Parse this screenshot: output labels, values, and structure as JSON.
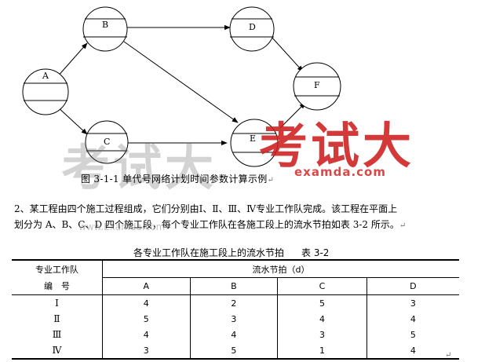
{
  "figure": {
    "nodes": [
      "A",
      "B",
      "C",
      "D",
      "E",
      "F"
    ],
    "edges": [
      [
        "A",
        "B"
      ],
      [
        "A",
        "C"
      ],
      [
        "B",
        "D"
      ],
      [
        "B",
        "E"
      ],
      [
        "C",
        "E"
      ],
      [
        "D",
        "F"
      ],
      [
        "E",
        "F"
      ]
    ],
    "caption": "图 3-1-1 单代号网络计划时间参数计算示例"
  },
  "watermarks": {
    "gray_text": "考试大",
    "red_text": "考试大",
    "red_url": "examda.com",
    "gray_url": "www.Examda.com"
  },
  "paragraph": {
    "line1": "2、某工程由四个施工过程组成，它们分别由Ⅰ、Ⅱ、Ⅲ、Ⅳ专业工作队完成。该工程在平面上",
    "line2": "划分为 A、B、C、D 四个施工段，每个专业工作队在各施工段上的流水节拍如表 3-2 所示。"
  },
  "table": {
    "title": "各专业工作队在施工段上的流水节拍",
    "note": "表 3-2",
    "header_team_line1": "专业工作队",
    "header_team_line2": "编　号",
    "header_span": "流水节拍（d）",
    "columns": [
      "A",
      "B",
      "C",
      "D"
    ],
    "rows": [
      {
        "team": "Ⅰ",
        "values": [
          "4",
          "2",
          "5",
          "3"
        ]
      },
      {
        "team": "Ⅱ",
        "values": [
          "5",
          "3",
          "4",
          "4"
        ]
      },
      {
        "team": "Ⅲ",
        "values": [
          "4",
          "4",
          "3",
          "5"
        ]
      },
      {
        "team": "Ⅳ",
        "values": [
          "3",
          "5",
          "1",
          "4"
        ]
      }
    ]
  },
  "marks": {
    "paragraph_mark": "↵"
  }
}
